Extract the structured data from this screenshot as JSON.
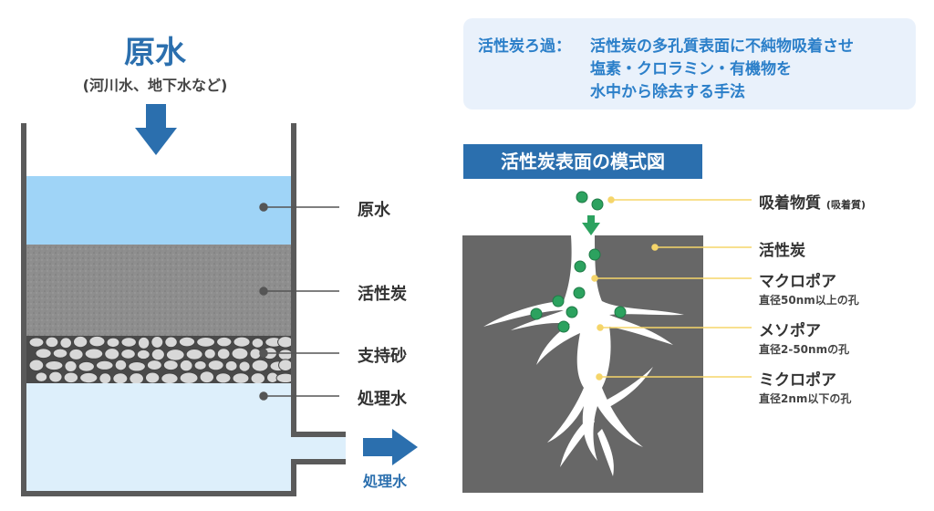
{
  "filter": {
    "title": "原水",
    "subtitle": "(河川水、地下水など)",
    "layers": {
      "raw_water": "原水",
      "activated_carbon": "活性炭",
      "support_sand": "支持砂",
      "treated_water": "処理水"
    },
    "outlet_label": "処理水"
  },
  "definition": {
    "term": "活性炭ろ過：",
    "lines": [
      "活性炭の多孔質表面に不純物吸着させ",
      "塩素・クロラミン・有機物を",
      "水中から除去する手法"
    ]
  },
  "diagram": {
    "title": "活性炭表面の模式図",
    "labels": {
      "adsorbate": "吸着物質",
      "adsorbate_note": "(吸着質)",
      "carbon": "活性炭",
      "macropore": "マクロポア",
      "macropore_note": "直径50nm以上の孔",
      "mesopore": "メソポア",
      "mesopore_note": "直径2-50nmの孔",
      "micropore": "ミクロポア",
      "micropore_note": "直径2nm以下の孔"
    }
  },
  "colors": {
    "accent_blue": "#2b6fae",
    "raw_water": "#9fd4f7",
    "treated_water": "#ddeffb",
    "carbon_block": "#676767",
    "adsorbate_green": "#2ca25f",
    "leader_yellow": "#f5d56a"
  }
}
